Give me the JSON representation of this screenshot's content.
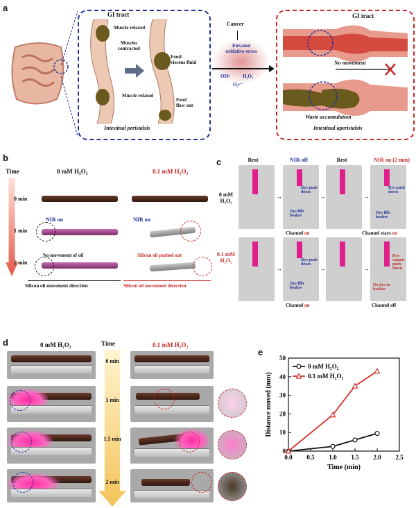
{
  "panel_a": {
    "label": "a",
    "gi_tract_left": "GI tract",
    "muscle_relaxed_top": "Muscle relaxed",
    "muscles_contracted": "Muscles\ncontracted",
    "food_viscous": "Food/\nviscous fluid",
    "muscle_relaxed_bottom": "Muscle relaxed",
    "food_flow_out": "Food\nflow out",
    "peristalsis": "Intestinal peristalsis",
    "cancer": "Cancer",
    "elevated": "Elevated\noxidative stress",
    "oh": "OH•",
    "h2o2": "H₂O₂",
    "o2": "O₂•⁻",
    "gi_tract_right": "GI tract",
    "no_movement": "No movement",
    "waste": "Waste accumulation",
    "aperistalsis": "Intestinal aperistalsis"
  },
  "panel_b": {
    "label": "b",
    "time": "Time",
    "col_0mm": "0 mM  H₂O₂",
    "col_01mm": "0.1 mM  H₂O₂",
    "rows": [
      "0 min",
      "1 min",
      "2 min"
    ],
    "nir_on_left": "NIR on",
    "nir_on_right": "NIR on",
    "no_movement": "No movement of oil",
    "pushed_out": "Silicon oil pushed out",
    "dir_left": "Silicon oil movement direction",
    "dir_right": "Silicon oil movement direction"
  },
  "panel_c": {
    "label": "c",
    "headers": [
      "Rest",
      "NIR off",
      "Rest",
      "NIR on (2 min)"
    ],
    "row1_label": "0 mM\nH₂O₂",
    "row2_label": "0.1 mM\nH₂O₂",
    "dye_push_down": "Dye push\ndown",
    "dye_fills": "Dye fills\nbeaker",
    "channel_on_prefix": "Channel ",
    "channel_on": "on",
    "channel_stays_prefix": "Channel stays ",
    "channel_stays": "on",
    "dye_push_down_2": "Dye push\ndown",
    "dye_fills_2": "Dye fills\nbeaker",
    "dye_cannot": "Dye\ncannot\npush\ndown",
    "no_dye": "No dye in\nbeaker",
    "channel_on_2_prefix": "Channel ",
    "channel_on_2": "on",
    "channel_off": "Channel off",
    "dye_push_down_3": "Dye push\ndown",
    "dye_fills_3": "Dye fills\nbeaker"
  },
  "panel_d": {
    "label": "d",
    "col_0mm": "0 mM  H₂O₂",
    "time": "Time",
    "col_01mm": "0.1 mM  H₂O₂",
    "times": [
      "0 min",
      "1 min",
      "1.5 min",
      "2 min"
    ]
  },
  "panel_e": {
    "label": "e"
  },
  "chart_data": {
    "type": "line",
    "xlabel": "Time (min)",
    "ylabel": "Distance moved (mm)",
    "xlim": [
      0.0,
      2.5
    ],
    "ylim": [
      0,
      50
    ],
    "xticks": [
      "0.0",
      "0.5",
      "1.0",
      "1.5",
      "2.0",
      "2.5"
    ],
    "yticks": [
      "0",
      "10",
      "20",
      "30",
      "40",
      "50"
    ],
    "legend_position": "top-left",
    "series": [
      {
        "name": "0 mM H₂O₂",
        "color": "#111111",
        "marker": "circle",
        "x": [
          0,
          1.0,
          1.5,
          2.0
        ],
        "y": [
          0,
          2.5,
          6,
          9.5
        ]
      },
      {
        "name": "0.1 mM H₂O₂",
        "color": "#d32f2f",
        "marker": "triangle",
        "x": [
          0,
          1.0,
          1.5,
          2.0
        ],
        "y": [
          0,
          19.5,
          35,
          43
        ]
      }
    ]
  },
  "colors": {
    "blue": "#1f2f9a",
    "red": "#c62828",
    "pink": "#ff2da0"
  }
}
